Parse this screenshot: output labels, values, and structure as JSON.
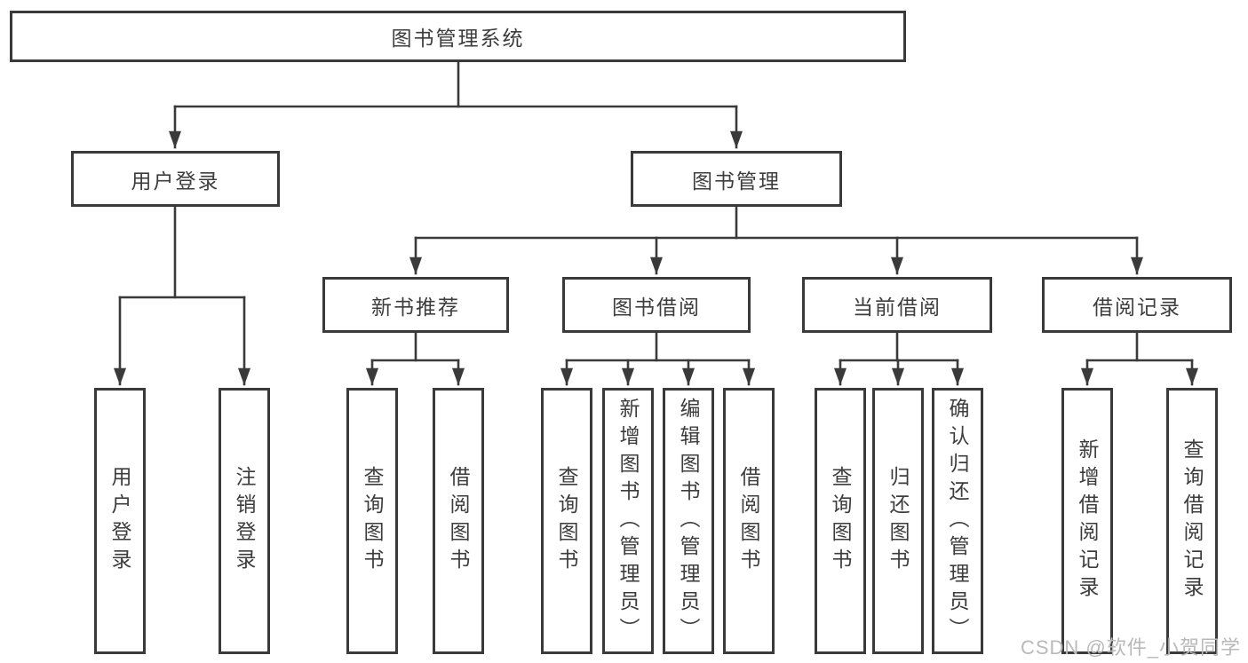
{
  "diagram": {
    "title": "图书管理系统",
    "watermark": "CSDN @软件_小贺同学",
    "colors": {
      "line": "#3a3a3a",
      "border": "#3a3a3a",
      "text": "#3d3d3d",
      "background": "#ffffff",
      "watermark": "#b9b9b9"
    },
    "nodes": {
      "root": "图书管理系统",
      "user_login": "用户登录",
      "book_mgmt": "图书管理",
      "new_book_rec": "新书推荐",
      "book_borrow": "图书借阅",
      "current_borrow": "当前借阅",
      "borrow_record": "借阅记录",
      "leaf_user_login": "用户登录",
      "leaf_logout": "注销登录",
      "leaf_nbr_query_book": "查询图书",
      "leaf_nbr_borrow_book": "借阅图书",
      "leaf_bb_query_book": "查询图书",
      "leaf_bb_add_book": "新增图书（管理员）",
      "leaf_bb_edit_book": "编辑图书（管理员）",
      "leaf_bb_borrow_book": "借阅图书",
      "leaf_cb_query_book": "查询图书",
      "leaf_cb_return_book": "归还图书",
      "leaf_cb_confirm_return": "确认归还（管理员）",
      "leaf_br_add_record": "新增借阅记录",
      "leaf_br_query_record": "查询借阅记录"
    }
  }
}
